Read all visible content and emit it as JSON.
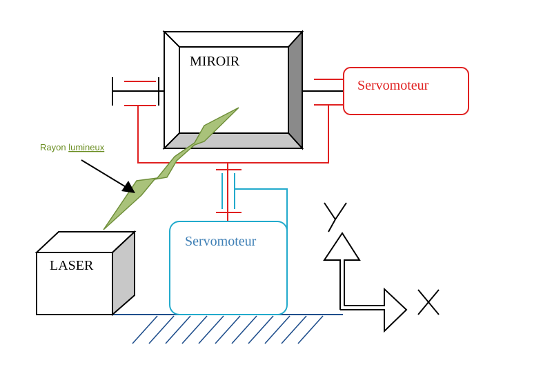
{
  "labels": {
    "mirror": "MIROIR",
    "servo_top": "Servomoteur",
    "servo_bottom": "Servomoteur",
    "laser": "LASER",
    "ray_prefix": "Rayon ",
    "ray_word": "lumineux",
    "axis_y": "Y",
    "axis_x": "X"
  },
  "colors": {
    "red": "#e02020",
    "cyan": "#22aacc",
    "ground": "#1f4e8c",
    "beam_fill": "#a9c27a",
    "beam_stroke": "#6f8f3a",
    "ray_label": "#6b8e23",
    "servo_bottom_text": "#3e7fb5",
    "gray_shade": "#c8c8c8"
  }
}
